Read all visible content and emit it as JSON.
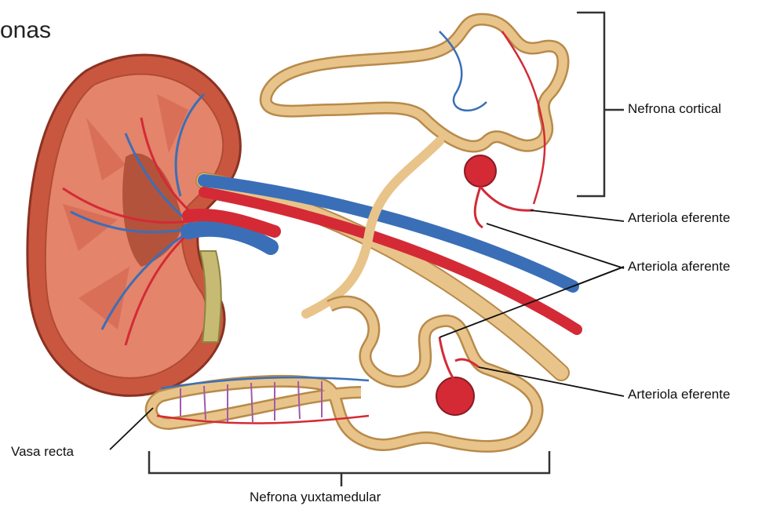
{
  "title": "onas",
  "labels": {
    "cortical_nephron": "Nefrona cortical",
    "efferent_top": "Arteriola eferente",
    "afferent": "Arteriola aferente",
    "efferent_bottom": "Arteriola eferente",
    "vasa_recta": "Vasa recta",
    "juxtamedullary_nephron": "Nefrona yuxtamedular"
  },
  "colors": {
    "kidney_outer": "#c9573f",
    "kidney_inner": "#e3846b",
    "artery_red": "#d42a36",
    "vein_blue": "#3a6fb8",
    "tubule_tan": "#e8c48a",
    "tubule_outline": "#b88a4a",
    "ureter": "#c7bb74",
    "bracket": "#333333"
  }
}
